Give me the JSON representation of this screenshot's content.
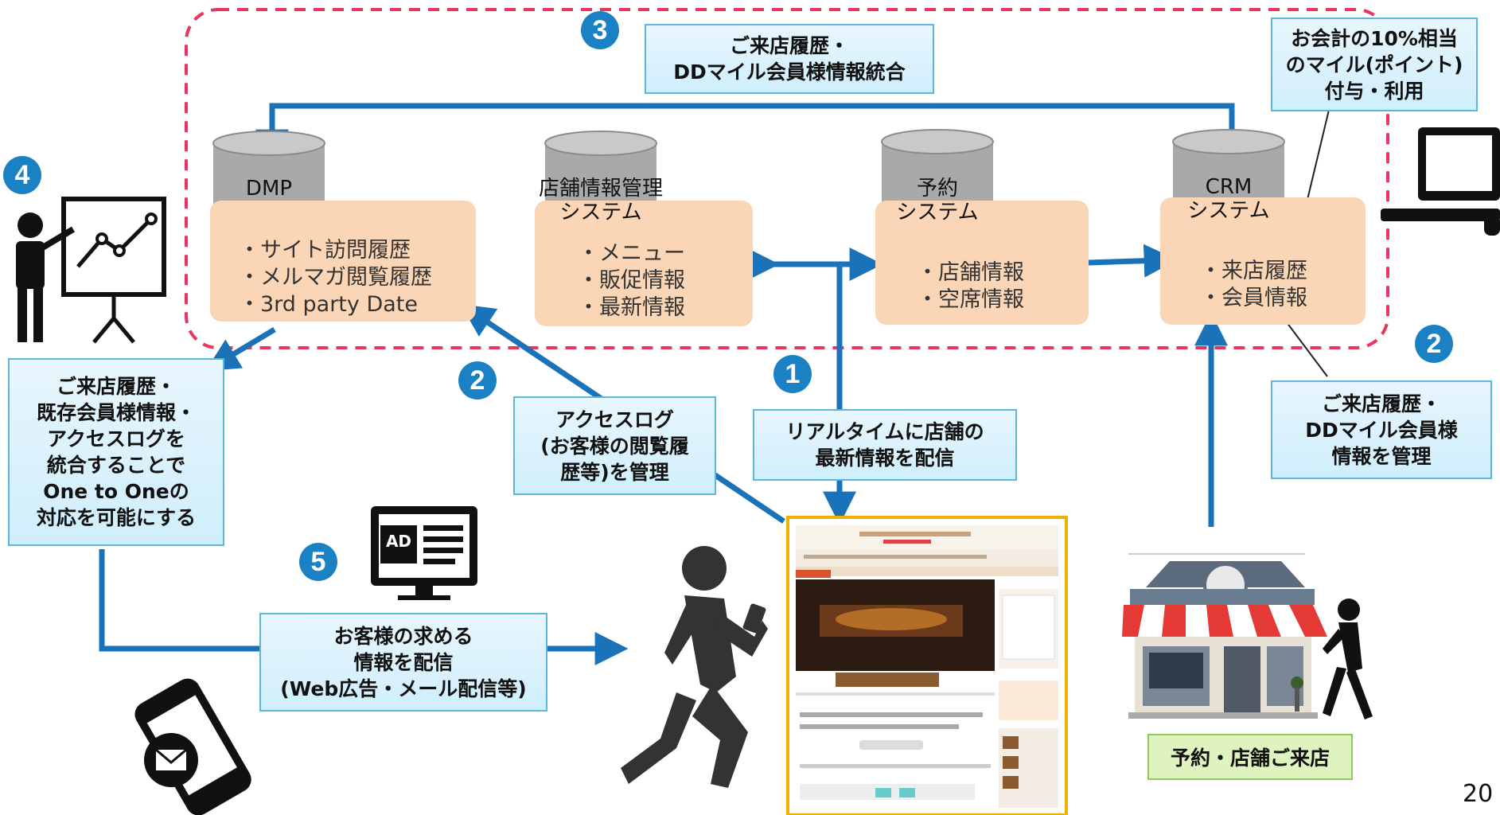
{
  "systems": [
    {
      "id": "dmp",
      "label": "DMP",
      "bullets": [
        "・サイト訪問履歴",
        "・メルマガ閲覧履歴",
        "・3rd party Date"
      ]
    },
    {
      "id": "store",
      "label": "店舗情報管理\nシステム",
      "bullets": [
        "・メニュー",
        "・販促情報",
        "・最新情報"
      ]
    },
    {
      "id": "reserve",
      "label": "予約\nシステム",
      "bullets": [
        "・店舗情報",
        "・空席情報"
      ]
    },
    {
      "id": "crm",
      "label": "CRM\nシステム",
      "bullets": [
        "・来店履歴",
        "・会員情報"
      ]
    }
  ],
  "callouts": {
    "integration": "ご来店履歴・\nDDマイル会員様情報統合",
    "points": "お会計の10%相当\nのマイル(ポイント)\n付与・利用",
    "one_to_one": "ご来店履歴・\n既存会員様情報・\nアクセスログを\n統合することで\nOne to Oneの\n対応を可能にする",
    "access_log": "アクセスログ\n(お客様の閲覧履\n歴等)を管理",
    "realtime": "リアルタイムに店舗の\n最新情報を配信",
    "dd_manage": "ご来店履歴・\nDDマイル会員様\n情報を管理",
    "deliver": "お客様の求める\n情報を配信\n(Web広告・メール配信等)"
  },
  "store_visit_label": "予約・店舗ご来店",
  "badges": {
    "n1": "1",
    "n2a": "2",
    "n2b": "2",
    "n3": "3",
    "n4": "4",
    "n5": "5"
  },
  "ad_label": "AD",
  "page_number": "20",
  "colors": {
    "arrow": "#1a73b8",
    "dashed": "#e8365d",
    "peach": "#fbd6b6",
    "callout_border": "#5bb7e0",
    "badge": "#1a82c4"
  }
}
